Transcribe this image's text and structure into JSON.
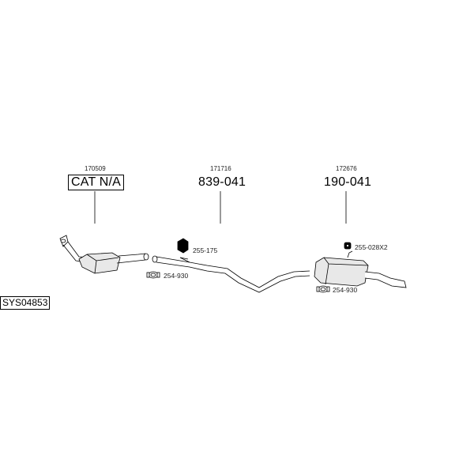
{
  "diagram": {
    "system_id": "SYS04853",
    "groups": [
      {
        "ref": "170509",
        "part": "CAT N/A"
      },
      {
        "ref": "171716",
        "part": "839-041"
      },
      {
        "ref": "172676",
        "part": "190-041"
      }
    ],
    "fittings": [
      {
        "label": "255-175"
      },
      {
        "label": "254-930"
      },
      {
        "label": "255-028X2"
      },
      {
        "label": "254-930"
      }
    ]
  }
}
